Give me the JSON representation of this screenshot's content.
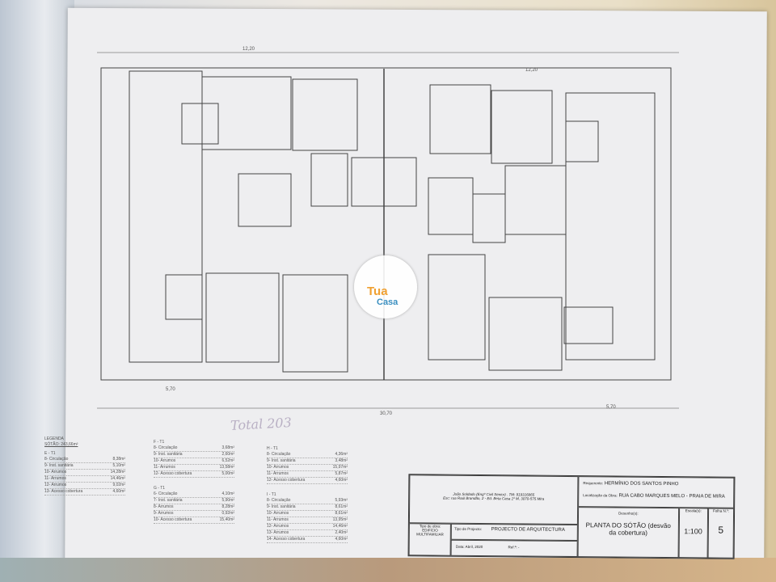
{
  "logo": {
    "line1": "Tua",
    "line2": "Casa",
    "colors": {
      "orange": "#f0a030",
      "blue": "#3a8fc0"
    }
  },
  "handwritten_note": "Total 203",
  "legend": {
    "title": "LEGENDA",
    "subtitle": "SÓTÃO: 243,66m²",
    "groups": [
      {
        "name": "E - T1",
        "items": [
          [
            "8- Circulação",
            "8,38m²"
          ],
          [
            "9- Inst. sanitária",
            "5,10m²"
          ],
          [
            "10- Arrumos",
            "14,28m²"
          ],
          [
            "11- Arrumos",
            "14,46m²"
          ],
          [
            "12- Arrumos",
            "9,02m²"
          ],
          [
            "13- Acesso cobertura",
            "4,60m²"
          ]
        ]
      },
      {
        "name": "F - T1",
        "items": [
          [
            "8- Circulação",
            "3,68m²"
          ],
          [
            "9- Inst. sanitária",
            "2,60m²"
          ],
          [
            "10- Arrumos",
            "6,52m²"
          ],
          [
            "11- Arrumos",
            "13,58m²"
          ],
          [
            "12- Acesso cobertura",
            "5,00m²"
          ]
        ]
      },
      {
        "name": "G - T1",
        "items": [
          [
            "6- Circulação",
            "4,10m²"
          ],
          [
            "7- Inst. sanitária",
            "5,90m²"
          ],
          [
            "8- Arrumos",
            "8,28m²"
          ],
          [
            "9- Arrumos",
            "0,92m²"
          ],
          [
            "10- Acesso cobertura",
            "15,40m²"
          ]
        ]
      },
      {
        "name": "H - T1",
        "items": [
          [
            "8- Circulação",
            "4,36m²"
          ],
          [
            "9- Inst. sanitária",
            "3,48m²"
          ],
          [
            "10- Arrumos",
            "15,97m²"
          ],
          [
            "11- Arrumos",
            "5,87m²"
          ],
          [
            "12- Acesso cobertura",
            "4,60m²"
          ]
        ]
      },
      {
        "name": "I - T1",
        "items": [
          [
            "8- Circulação",
            "5,93m²"
          ],
          [
            "9- Inst. sanitária",
            "8,61m²"
          ],
          [
            "10- Arrumos",
            "8,61m²"
          ],
          [
            "11- Arrumos",
            "13,95m²"
          ],
          [
            "12- Arrumos",
            "14,46m²"
          ],
          [
            "13- Arrumos",
            "2,40m²"
          ],
          [
            "14- Acesso cobertura",
            "4,60m²"
          ]
        ]
      }
    ]
  },
  "title_block": {
    "author": "João Soldado (Engº Civil Sénior) . TM: 919316865",
    "address": "Esc: rua Raúl Brandão, 2 - Ed. Beta Casa 1º M, 3070-575 Mira",
    "requerente_label": "Requerente:",
    "requerente": "HERMÍNIO DOS SANTOS PINHO",
    "localizacao_label": "Localização da Obra:",
    "localizacao": "RUA CABO MARQUES MELO - PRAIA DE MIRA",
    "tipo_obra_label": "Tipo de obra:",
    "tipo_obra": "EDIFÍCIO MULTIFAMILIAR",
    "tipo_projecto_label": "Tipo de Projecto:",
    "tipo_projecto": "PROJECTO DE ARQUITECTURA",
    "data_label": "Data:",
    "data": "Abril, 2020",
    "ref_label": "Ref.ª:",
    "ref": "-",
    "desenho_label": "Desenho(s):",
    "desenho": "PLANTA DO SÓTÃO (desvão da cobertura)",
    "escala_label": "Escala(s):",
    "escala": "1:100",
    "folha_label": "Folha N.º:",
    "folha": "5"
  },
  "dimensions": {
    "top_left": "12,20",
    "top_right": "12,20",
    "total": "30,70",
    "left_edge": "5,70",
    "right_edge": "5,70"
  }
}
